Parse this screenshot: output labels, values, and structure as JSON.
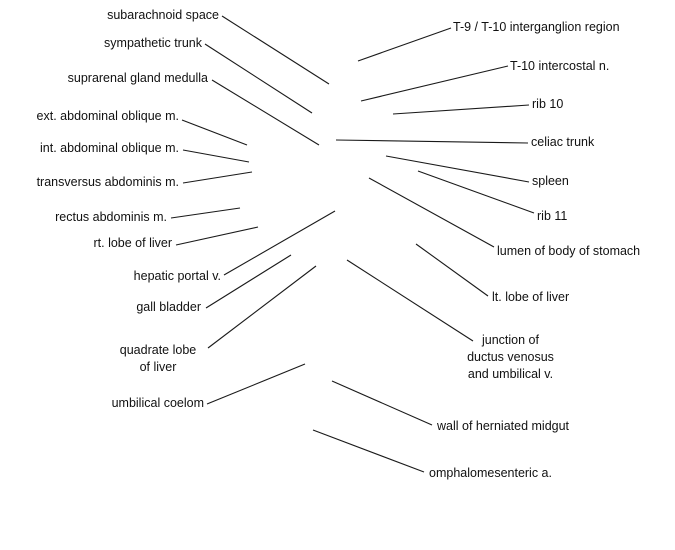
{
  "labels": {
    "left": [
      "subarachnoid space",
      "sympathetic trunk",
      "suprarenal gland medulla",
      "ext. abdominal oblique m.",
      "int. abdominal oblique m.",
      "transversus abdominis m.",
      "rectus abdominis m.",
      "rt. lobe of liver",
      "hepatic portal v.",
      "gall bladder",
      "quadrate lobe\nof liver",
      "umbilical coelom"
    ],
    "right": [
      "T-9 / T-10 interganglion region",
      "T-10 intercostal n.",
      "rib 10",
      "celiac trunk",
      "spleen",
      "rib 11",
      "lumen of body of stomach",
      "lt. lobe of liver",
      "junction of\nductus venosus\nand umbilical v.",
      "wall of herniated midgut",
      "omphalomesenteric a."
    ]
  },
  "colors": {
    "background": "#ffffff",
    "text": "#111111",
    "line": "#1a1a1a"
  }
}
